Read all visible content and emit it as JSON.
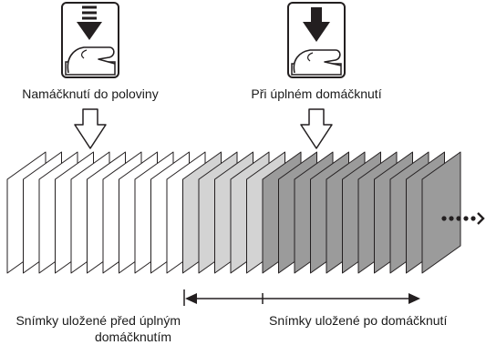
{
  "labels": {
    "half_press": "Namáčknutí do poloviny",
    "full_press": "Při úplném domáčknutí",
    "before_full_line1": "Snímky uložené před úplným",
    "before_full_line2": "domáčknutím",
    "after_full": "Snímky uložené po domáčknutí"
  },
  "frames": {
    "white_count": 11,
    "light_count": 5,
    "dark_count": 11
  },
  "icons": [
    "half-press-shutter-icon",
    "full-press-shutter-icon",
    "continuation-dots-icon"
  ],
  "colors": {
    "white_frame": "#ffffff",
    "light_frame": "#d3d3d3",
    "dark_frame": "#9b9b9b",
    "stroke": "#231f20"
  }
}
